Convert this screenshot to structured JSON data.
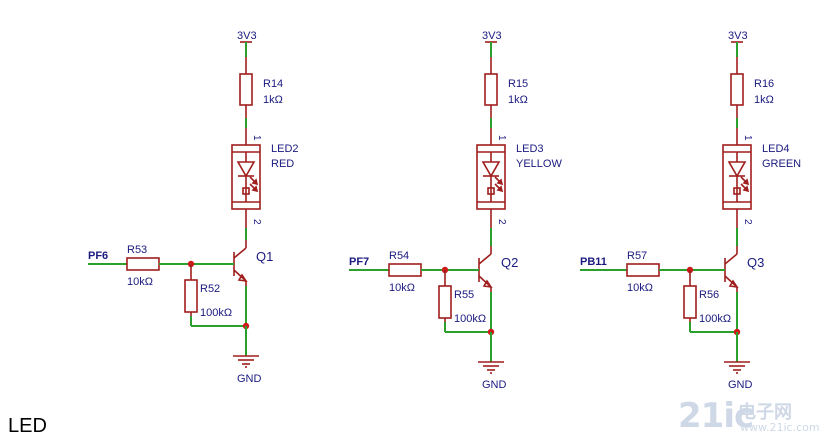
{
  "section_title": "LED",
  "watermark": {
    "logo": "21ic",
    "chinese": "电子网",
    "url": "www.21ic.com"
  },
  "colors": {
    "wire": "#2ca02c",
    "component": "#a01e1e",
    "junction": "#cc1a1a",
    "label": "#1a1a80"
  },
  "channels": [
    {
      "power": "3V3",
      "r_top": {
        "ref": "R14",
        "value": "1kΩ"
      },
      "led": {
        "ref": "LED2",
        "color": "RED"
      },
      "net": "PF6",
      "r_base": {
        "ref": "R53",
        "value": "10kΩ"
      },
      "r_pull": {
        "ref": "R52",
        "value": "100kΩ"
      },
      "transistor": "Q1",
      "gnd": "GND",
      "pin1": "1",
      "pin2": "2"
    },
    {
      "power": "3V3",
      "r_top": {
        "ref": "R15",
        "value": "1kΩ"
      },
      "led": {
        "ref": "LED3",
        "color": "YELLOW"
      },
      "net": "PF7",
      "r_base": {
        "ref": "R54",
        "value": "10kΩ"
      },
      "r_pull": {
        "ref": "R55",
        "value": "100kΩ"
      },
      "transistor": "Q2",
      "gnd": "GND",
      "pin1": "1",
      "pin2": "2"
    },
    {
      "power": "3V3",
      "r_top": {
        "ref": "R16",
        "value": "1kΩ"
      },
      "led": {
        "ref": "LED4",
        "color": "GREEN"
      },
      "net": "PB11",
      "r_base": {
        "ref": "R57",
        "value": "10kΩ"
      },
      "r_pull": {
        "ref": "R56",
        "value": "100kΩ"
      },
      "transistor": "Q3",
      "gnd": "GND",
      "pin1": "1",
      "pin2": "2"
    }
  ]
}
